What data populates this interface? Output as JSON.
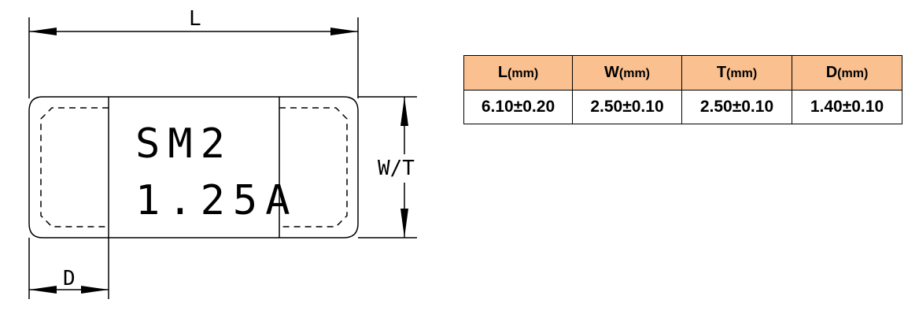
{
  "drawing": {
    "dimension_labels": {
      "length": "L",
      "width_thickness": "W/T",
      "terminal": "D"
    },
    "marking": {
      "line1": "SM2",
      "line2": "1.25A"
    }
  },
  "table": {
    "headers": [
      {
        "letter": "L",
        "unit": "(mm)"
      },
      {
        "letter": "W",
        "unit": "(mm)"
      },
      {
        "letter": "T",
        "unit": "(mm)"
      },
      {
        "letter": "D",
        "unit": "(mm)"
      }
    ],
    "values": [
      "6.10±0.20",
      "2.50±0.10",
      "2.50±0.10",
      "1.40±0.10"
    ],
    "header_color": "#fac090"
  }
}
